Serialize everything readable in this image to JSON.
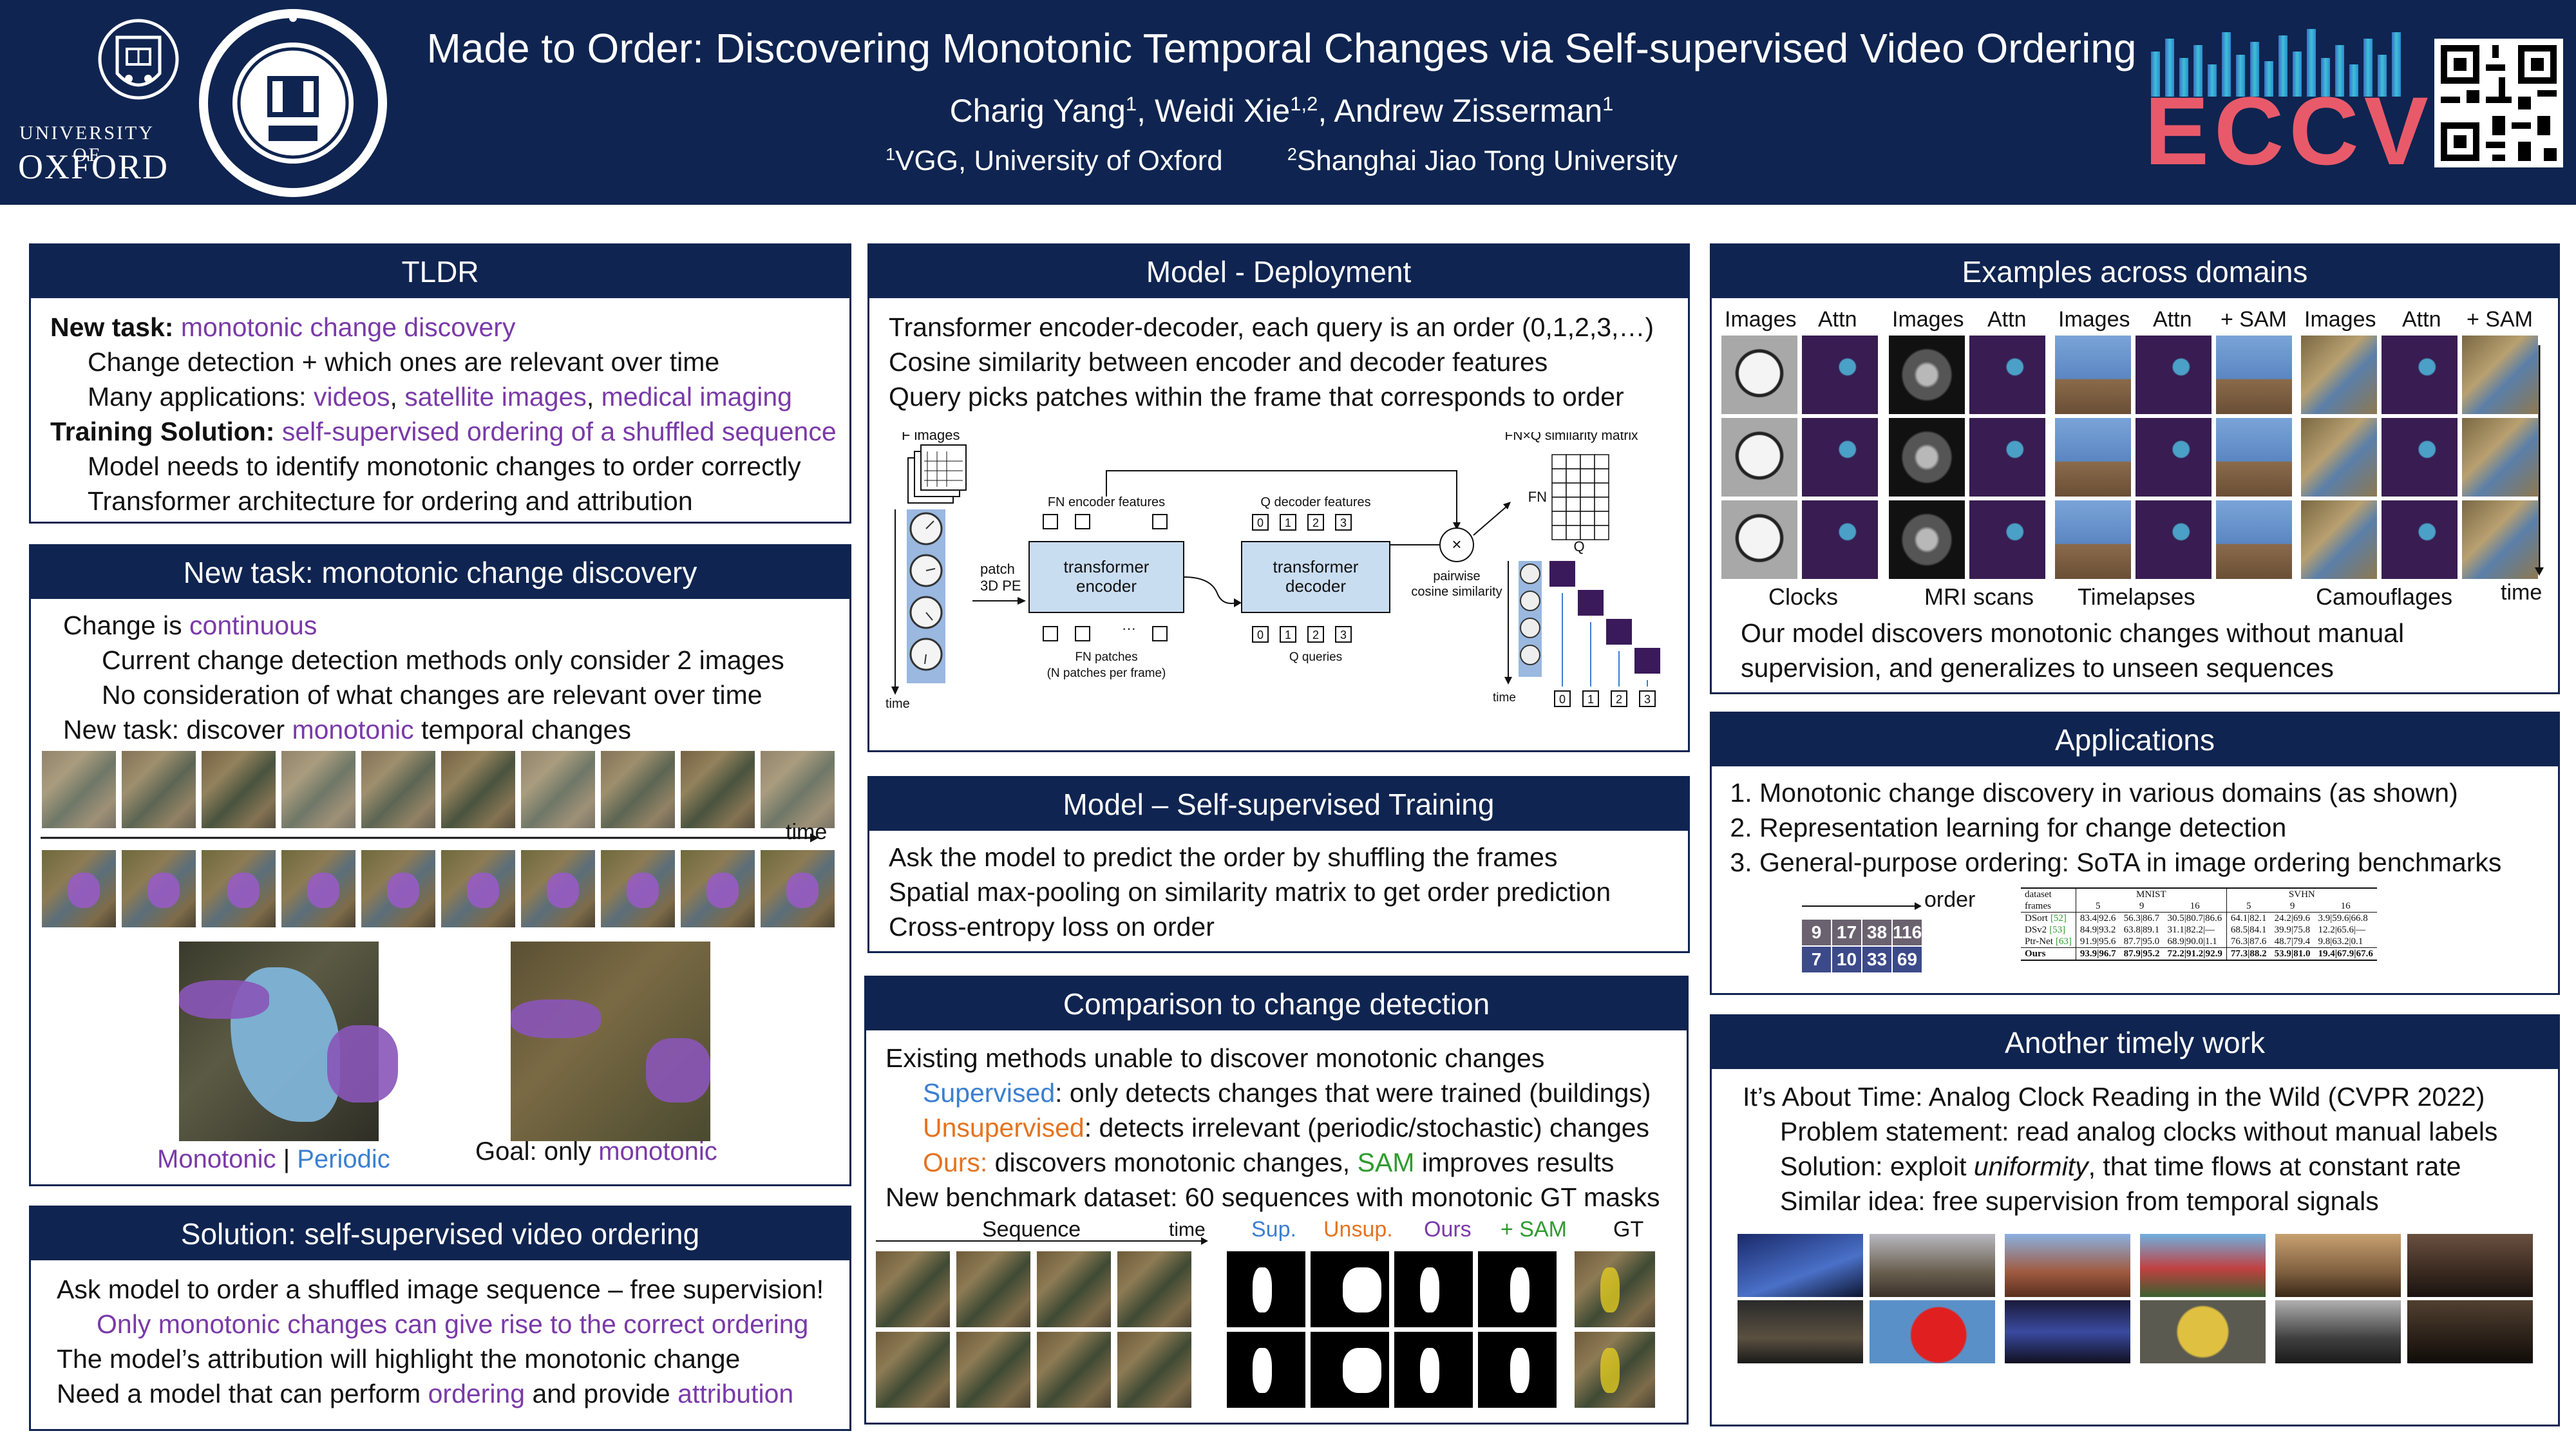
{
  "header": {
    "title": "Made to Order: Discovering Monotonic Temporal Changes via Self-supervised Video Ordering",
    "author1": "Charig Yang",
    "author1_sup": "1",
    "author2": "Weidi Xie",
    "author2_sup": "1,2",
    "author3": "Andrew Zisserman",
    "author3_sup": "1",
    "affil1_sup": "1",
    "affil1": "VGG, University of Oxford",
    "affil2_sup": "2",
    "affil2": "Shanghai Jiao Tong University",
    "oxford_line1": "UNIVERSITY OF",
    "oxford_line2": "OXFORD",
    "conference": "ECCV"
  },
  "tldr": {
    "heading": "TLDR",
    "new_task_label": "New task:",
    "new_task_value": "monotonic change discovery",
    "line1": "Change detection + which ones are relevant over time",
    "line2_prefix": "Many applications:",
    "app_videos": "videos",
    "app_satellite": "satellite images",
    "app_medical": "medical imaging",
    "solution_label": "Training Solution:",
    "solution_value": "self-supervised ordering of a shuffled sequence",
    "line3": "Model needs to identify monotonic changes to order correctly",
    "line4": "Transformer architecture for ordering and attribution"
  },
  "newtask": {
    "heading": "New task: monotonic change discovery",
    "l1_prefix": "Change is",
    "l1_value": "continuous",
    "l2": "Current change detection methods only consider 2 images",
    "l3": "No consideration of what changes are relevant over time",
    "l4_prefix": "New task: discover",
    "l4_value": "monotonic",
    "l4_suffix": "temporal changes",
    "time_label": "time",
    "cap_monotonic": "Monotonic",
    "cap_sep": "|",
    "cap_periodic": "Periodic",
    "goal_prefix": "Goal: only",
    "goal_value": "monotonic"
  },
  "solution": {
    "heading": "Solution: self-supervised video ordering",
    "l1": "Ask model to order a shuffled image sequence – free supervision!",
    "l2": "Only monotonic changes can give rise to the correct ordering",
    "l3": "The model’s attribution will highlight the monotonic change",
    "l4_a": "Need a model that can perform",
    "l4_b": "ordering",
    "l4_c": "and provide",
    "l4_d": "attribution"
  },
  "deployment": {
    "heading": "Model - Deployment",
    "l1": "Transformer encoder-decoder, each query is an order (0,1,2,3,…)",
    "l2": "Cosine similarity between encoder and decoder features",
    "l3": "Query picks patches within the frame that corresponds to order",
    "d_f_images": "F images",
    "d_time": "time",
    "d_patch": "patch",
    "d_3dpe": "3D PE",
    "d_fn_enc": "FN encoder features",
    "d_q_dec": "Q decoder features",
    "d_encoder1": "transformer",
    "d_encoder2": "encoder",
    "d_decoder1": "transformer",
    "d_decoder2": "decoder",
    "d_fn_patches": "FN patches",
    "d_n_patches": "(N patches per frame)",
    "d_q_queries": "Q queries",
    "d_sim_matrix": "FN×Q similarity matrix",
    "d_fn": "FN",
    "d_q": "Q",
    "d_pairwise1": "pairwise",
    "d_pairwise2": "cosine similarity",
    "d_times": "×",
    "d_dots": "···",
    "d_idx0": "0",
    "d_idx1": "1",
    "d_idx2": "2",
    "d_idx3": "3",
    "d_time2": "time"
  },
  "training": {
    "heading": "Model – Self-supervised Training",
    "l1": "Ask the model to predict the order by shuffling the frames",
    "l2": "Spatial max-pooling on similarity matrix to get order prediction",
    "l3": "Cross-entropy loss on order"
  },
  "comparison": {
    "heading": "Comparison to change detection",
    "l1": "Existing methods unable to discover monotonic changes",
    "sup_label": "Supervised",
    "sup_text": ": only detects changes that were trained (buildings)",
    "uns_label": "Unsupervised",
    "uns_text": ": detects irrelevant (periodic/stochastic) changes",
    "ours_label": "Ours:",
    "ours_text1": "discovers monotonic changes,",
    "ours_sam": "SAM",
    "ours_text2": "improves results",
    "l5": "New benchmark dataset: 60 sequences with monotonic GT masks",
    "c_sequence": "Sequence",
    "c_time": "time",
    "c_sup": "Sup.",
    "c_unsup": "Unsup.",
    "c_ours": "Ours",
    "c_sam": "+ SAM",
    "c_gt": "GT"
  },
  "examples": {
    "heading": "Examples across domains",
    "col_images1": "Images",
    "col_attn1": "Attn",
    "col_images2": "Images",
    "col_attn2": "Attn",
    "col_images3": "Images",
    "col_attn3": "Attn",
    "col_sam3": "+ SAM",
    "col_images4": "Images",
    "col_attn4": "Attn",
    "col_sam4": "+ SAM",
    "cap_clocks": "Clocks",
    "cap_mri": "MRI scans",
    "cap_timelapses": "Timelapses",
    "cap_camouflages": "Camouflages",
    "cap_time": "time",
    "l1": "Our model discovers monotonic changes without manual",
    "l2": "supervision, and generalizes to unseen sequences"
  },
  "applications": {
    "heading": "Applications",
    "items": [
      "Monotonic change discovery in various domains (as shown)",
      "Representation learning for change detection",
      "General-purpose ordering: SoTA in image ordering benchmarks"
    ],
    "order_label": "order",
    "digits_row1": [
      "9",
      "17",
      "38",
      "116"
    ],
    "digits_row2": [
      "7",
      "10",
      "33",
      "69"
    ],
    "table": {
      "h_dataset": "dataset",
      "h_mnist": "MNIST",
      "h_svhn": "SVHN",
      "h_frames": "frames",
      "frames": [
        "5",
        "9",
        "16",
        "5",
        "9",
        "16"
      ],
      "rows": [
        {
          "name": "DSort",
          "ref": "[52]",
          "cells": [
            "83.4|92.6",
            "56.3|86.7",
            "30.5|80.7|86.6",
            "64.1|82.1",
            "24.2|69.6",
            "3.9|59.6|66.8"
          ]
        },
        {
          "name": "DSv2",
          "ref": "[53]",
          "cells": [
            "84.9|93.2",
            "63.8|89.1",
            "31.1|82.2|—",
            "68.5|84.1",
            "39.9|75.8",
            "12.2|65.6|—"
          ]
        },
        {
          "name": "Ptr-Net",
          "ref": "[63]",
          "cells": [
            "91.9|95.6",
            "87.7|95.0",
            "68.9|90.0|1.1",
            "76.3|87.6",
            "48.7|79.4",
            "9.8|63.2|0.1"
          ]
        },
        {
          "name": "Ours",
          "ref": "",
          "cells": [
            "93.9|96.7",
            "87.9|95.2",
            "72.2|91.2|92.9",
            "77.3|88.2",
            "53.9|81.0",
            "19.4|67.9|67.6"
          ]
        }
      ]
    }
  },
  "another": {
    "heading": "Another timely work",
    "l1": "It’s About Time: Analog Clock Reading in the Wild (CVPR 2022)",
    "l2": "Problem statement: read analog clocks without manual labels",
    "l3_a": "Solution: exploit",
    "l3_b": "uniformity",
    "l3_c": ", that time flows at constant rate",
    "l4": "Similar idea: free supervision from temporal signals"
  },
  "colors": {
    "navy": "#0f2450",
    "purple": "#7a3aa8",
    "blue": "#3b7fd1",
    "orange": "#e57320",
    "green": "#2f9b2f"
  }
}
